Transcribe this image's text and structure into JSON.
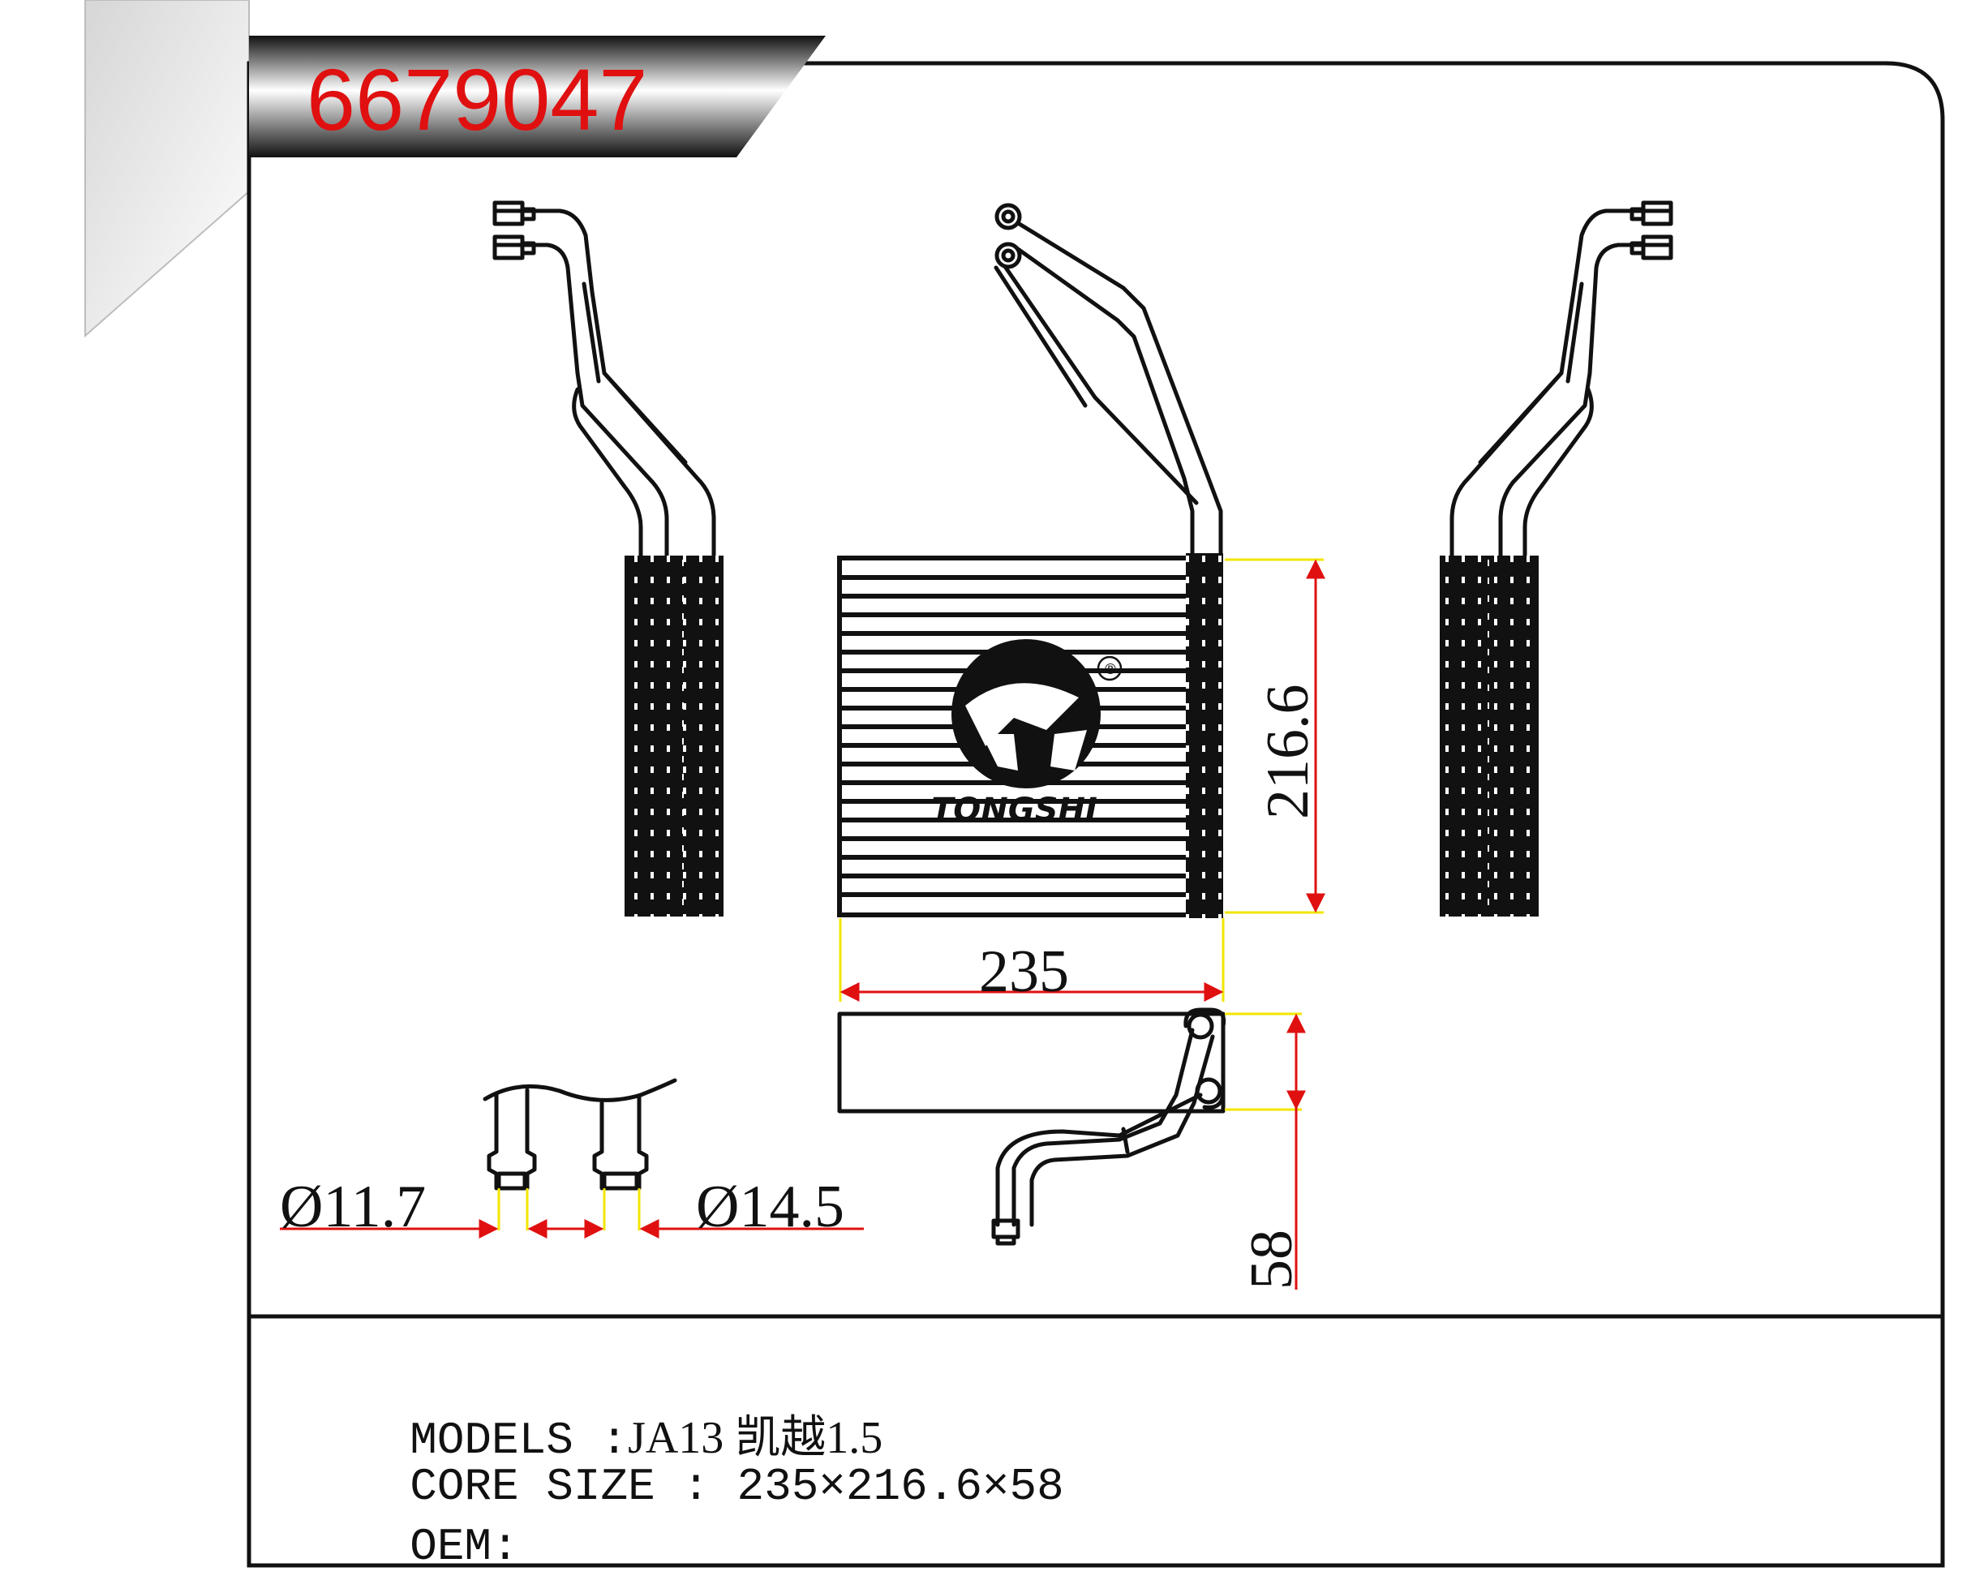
{
  "part_number": "6679047",
  "dimensions": {
    "width": "235",
    "height": "216.6",
    "depth": "58",
    "inlet_diameter": "Ø11.7",
    "outlet_diameter": "Ø14.5"
  },
  "brand": {
    "name": "TONGSHI",
    "registered_mark": "®"
  },
  "info": {
    "models_label": "MODELS :",
    "models_value": "JA13 凯越1.5",
    "core_size_label": "CORE SIZE : ",
    "core_size_value": "235×216.6×58",
    "oem_label": "OEM:",
    "oem_value": ""
  },
  "colors": {
    "part_number": "#e01010",
    "dimension_line": "#e01010",
    "extension_line": "#f2e600",
    "outline": "#111111"
  }
}
